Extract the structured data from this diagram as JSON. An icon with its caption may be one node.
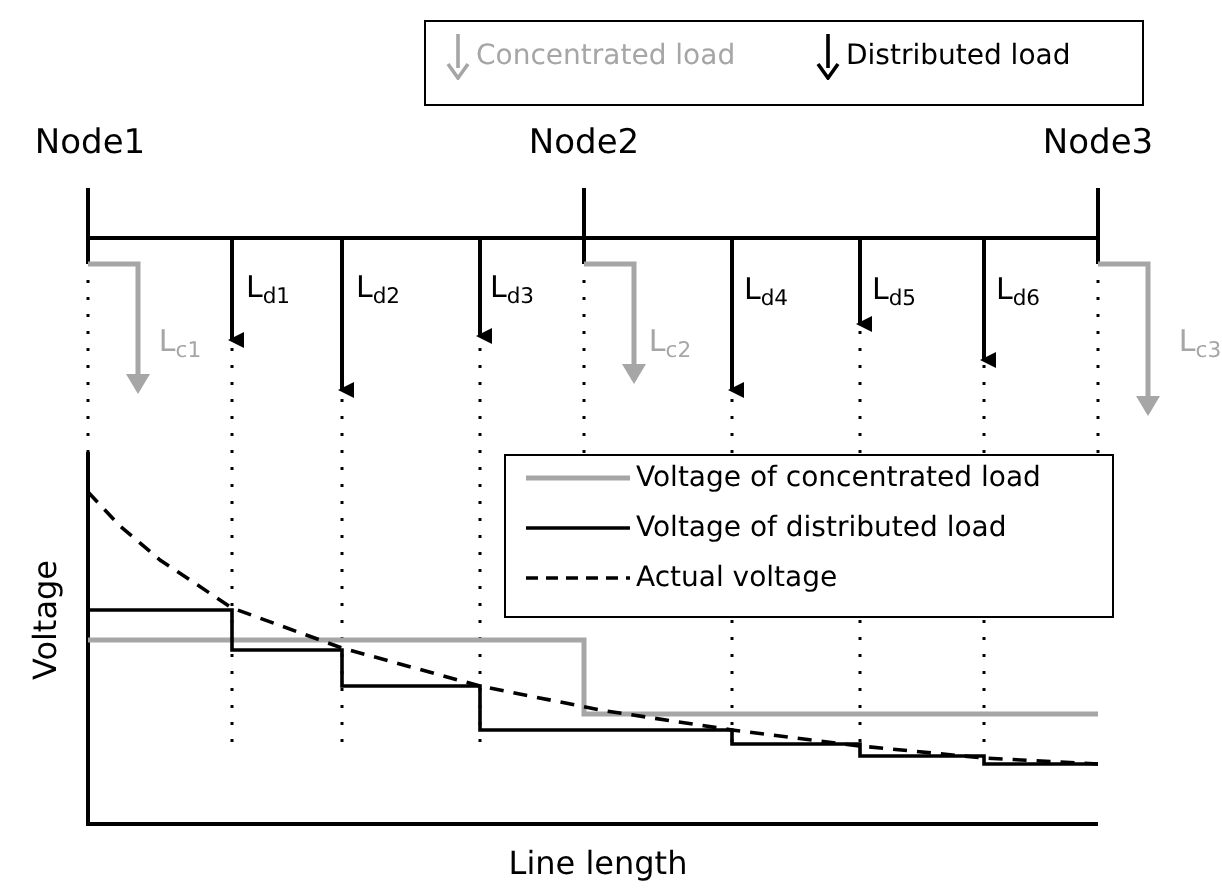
{
  "diagram": {
    "labels": [
      "Node1",
      "Node2",
      "Node3",
      "L$_{d1}$",
      "L$_{d2}$",
      "L$_{d3}$",
      "L$_{d4}$",
      "L$_{d5}$",
      "L$_{d6}$",
      "L$_{c1}$",
      "L$_{c2}$",
      "L$_{c3}$",
      "Voltage",
      "Line length"
    ],
    "legend": [
      {
        "text": "Concentrated load"
      },
      {
        "text": "Distributed load"
      },
      {
        "text": "Voltage of  concentrated load"
      },
      {
        "text": "Voltage of  distributed load"
      },
      {
        "text": "Actual voltage"
      }
    ]
  }
}
